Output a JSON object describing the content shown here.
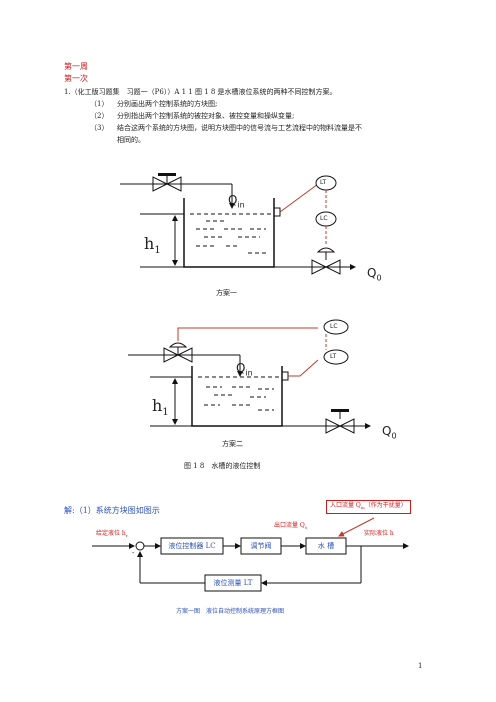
{
  "header": {
    "week": "第一周",
    "lesson": "第一次"
  },
  "question": {
    "title": "1.（化工版习题集　习题一（P6））A 1 1  图 1 8 是水槽液位系统的两种不同控制方案。",
    "items": [
      {
        "num": "（1）",
        "text": "分别画出两个控制系统的方块图;"
      },
      {
        "num": "（2）",
        "text": "分别指出两个控制系统的被控对象、被控变量和操纵变量;"
      },
      {
        "num": "（3）",
        "text": "结合这两个系统的方块图，说明方块图中的信号流与工艺流程中的物料流量是不"
      },
      {
        "num": "",
        "text": "相同的。"
      }
    ]
  },
  "scheme1": {
    "q_in": "Q",
    "q_in_sub": "in",
    "h": "h",
    "h_sub": "1",
    "lt": "LT",
    "lc": "LC",
    "q0": "Q",
    "q0_sub": "0",
    "caption": "方案一"
  },
  "scheme2": {
    "lc": "LC",
    "lt": "LT",
    "q_in": "Q",
    "q_in_sub": "in",
    "h": "h",
    "h_sub": "1",
    "q0": "Q",
    "q0_sub": "0",
    "caption": "方案二"
  },
  "figure_caption": "图 1 8　水槽的液位控制",
  "answer": {
    "intro": "解:（1）系统方块图如图示",
    "disturbance": "入口流量 Q",
    "disturbance_sub": "in",
    "disturbance_note": "（作为干扰量）",
    "outlet_flow": "出口流量 Q",
    "outlet_sub": "0",
    "setpoint": "给定液位 h",
    "setpoint_sub": "r",
    "actual": "实际液位 h",
    "block_controller": "液位控制器 LC",
    "block_valve": "调节阀",
    "block_tank": "水  槽",
    "block_measure": "液位测量 LT",
    "minus": "-",
    "caption": "方案一图　液位自动控制系统原理方框图"
  },
  "page_number": "1"
}
